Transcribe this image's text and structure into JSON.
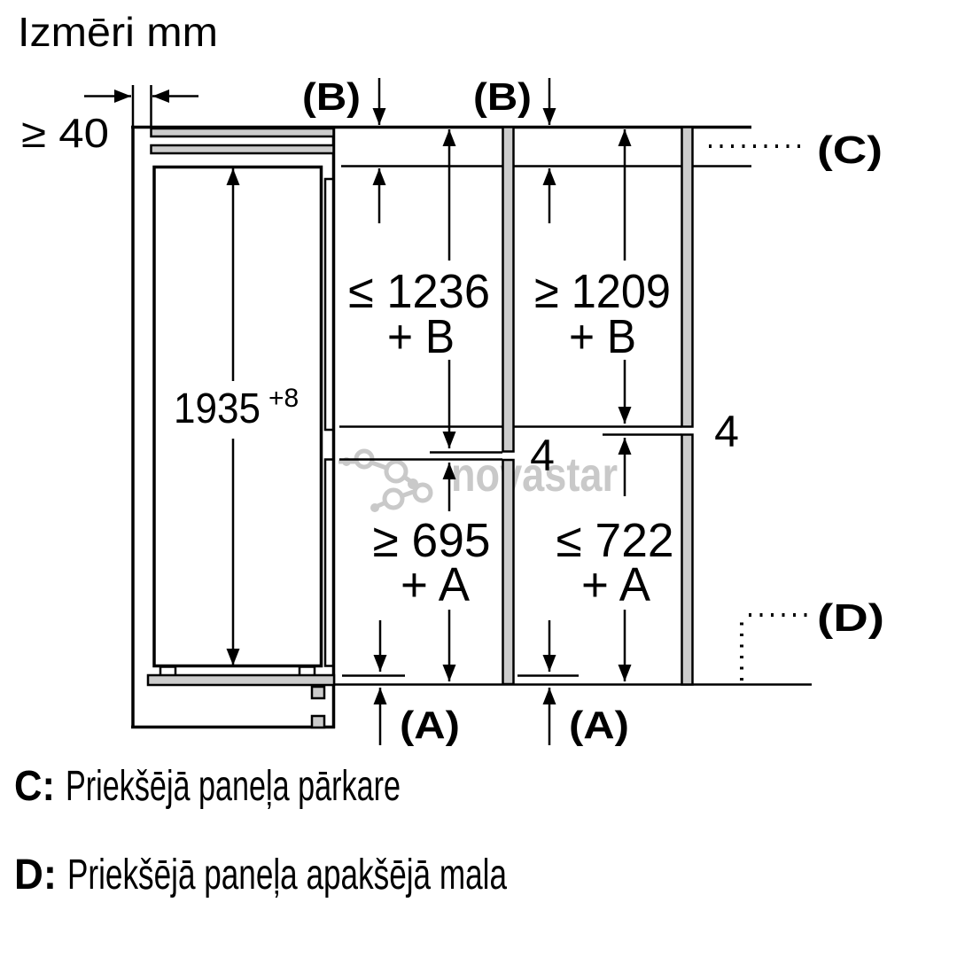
{
  "title": "Izmēri mm",
  "watermark": "novastar",
  "labels": {
    "a": "(A)",
    "b": "(B)",
    "c": "(C)",
    "d": "(D)"
  },
  "dims": {
    "wall_gap": "≥ 40",
    "appliance_height": "1935",
    "appliance_height_sup": "+8",
    "panel_gap": "4",
    "top_left_value": "≤ 1236",
    "top_left_add": "+ B",
    "top_right_value": "≥ 1209",
    "top_right_add": "+ B",
    "bottom_left_value": "≥ 695",
    "bottom_left_add": "+ A",
    "bottom_right_value": "≤ 722",
    "bottom_right_add": "+ A"
  },
  "legend": {
    "c_key": "C:",
    "c_text": "Priekšējā paneļa pārkare",
    "d_key": "D:",
    "d_text": "Priekšējā paneļa apakšējā mala"
  }
}
